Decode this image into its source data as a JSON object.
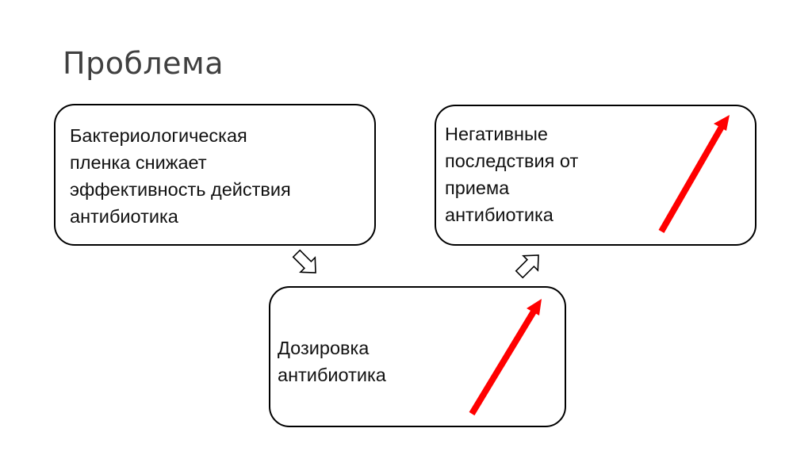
{
  "slide": {
    "title": "Проблема"
  },
  "boxes": {
    "cause": {
      "text": "Бактериологическая\nпленка снижает\nэффективность действия\nантибиотика"
    },
    "consequence": {
      "text": "Негативные\nпоследствия от\nприема\nантибиотика",
      "trend_icon": "red-up-arrow-icon"
    },
    "dosage": {
      "text": "Дозировка\nантибиотика",
      "trend_icon": "red-up-arrow-icon"
    }
  },
  "flow_arrows": [
    {
      "icon": "outline-arrow-down-right-icon",
      "from": "cause",
      "to": "dosage"
    },
    {
      "icon": "outline-arrow-up-right-icon",
      "from": "dosage",
      "to": "consequence"
    }
  ],
  "colors": {
    "trend_arrow": "#ff0000",
    "title": "#404040",
    "box_border": "#000000"
  }
}
